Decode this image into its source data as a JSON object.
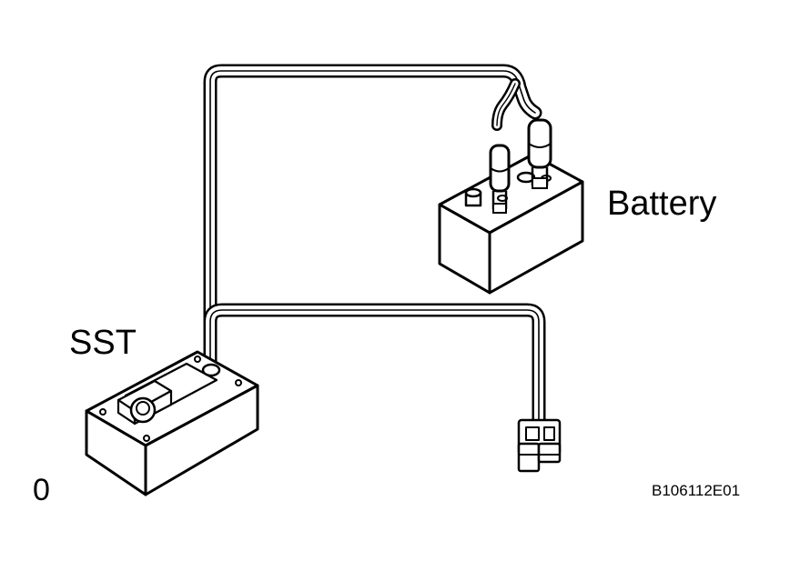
{
  "labels": {
    "battery": "Battery",
    "sst": "SST",
    "corner_mark": "0",
    "figure_code": "B106112E01"
  },
  "colors": {
    "line": "#000000",
    "fill": "#ffffff"
  }
}
